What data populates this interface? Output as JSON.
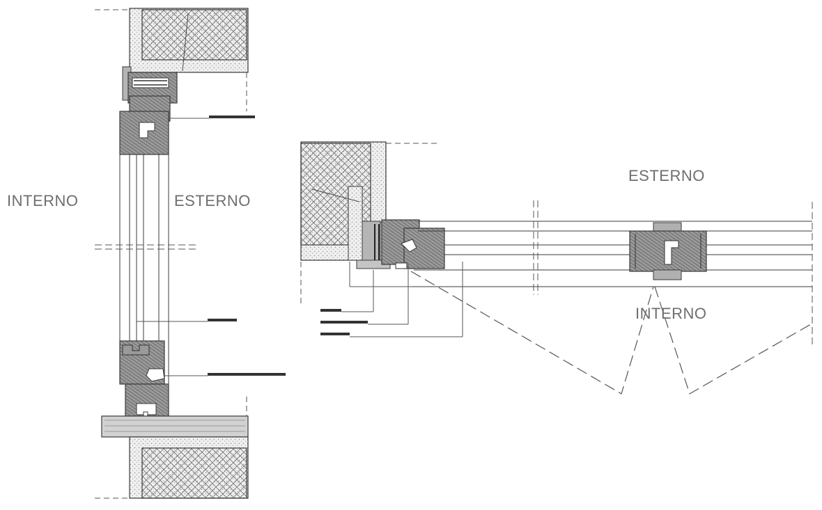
{
  "labels": {
    "vertical_section": {
      "interior": "INTERNO",
      "exterior": "ESTERNO"
    },
    "horizontal_section": {
      "exterior": "ESTERNO",
      "interior": "INTERNO"
    }
  },
  "colors": {
    "line": "#3a3a3a",
    "thin_line": "#555555",
    "wood": "#8c8c8c",
    "wood_grain": "#5a5a5a",
    "wall_hatch": "#7a7a7a",
    "plaster": "#d8d8d8",
    "label_text": "#6e6e6e",
    "leader_bar": "#333333"
  }
}
